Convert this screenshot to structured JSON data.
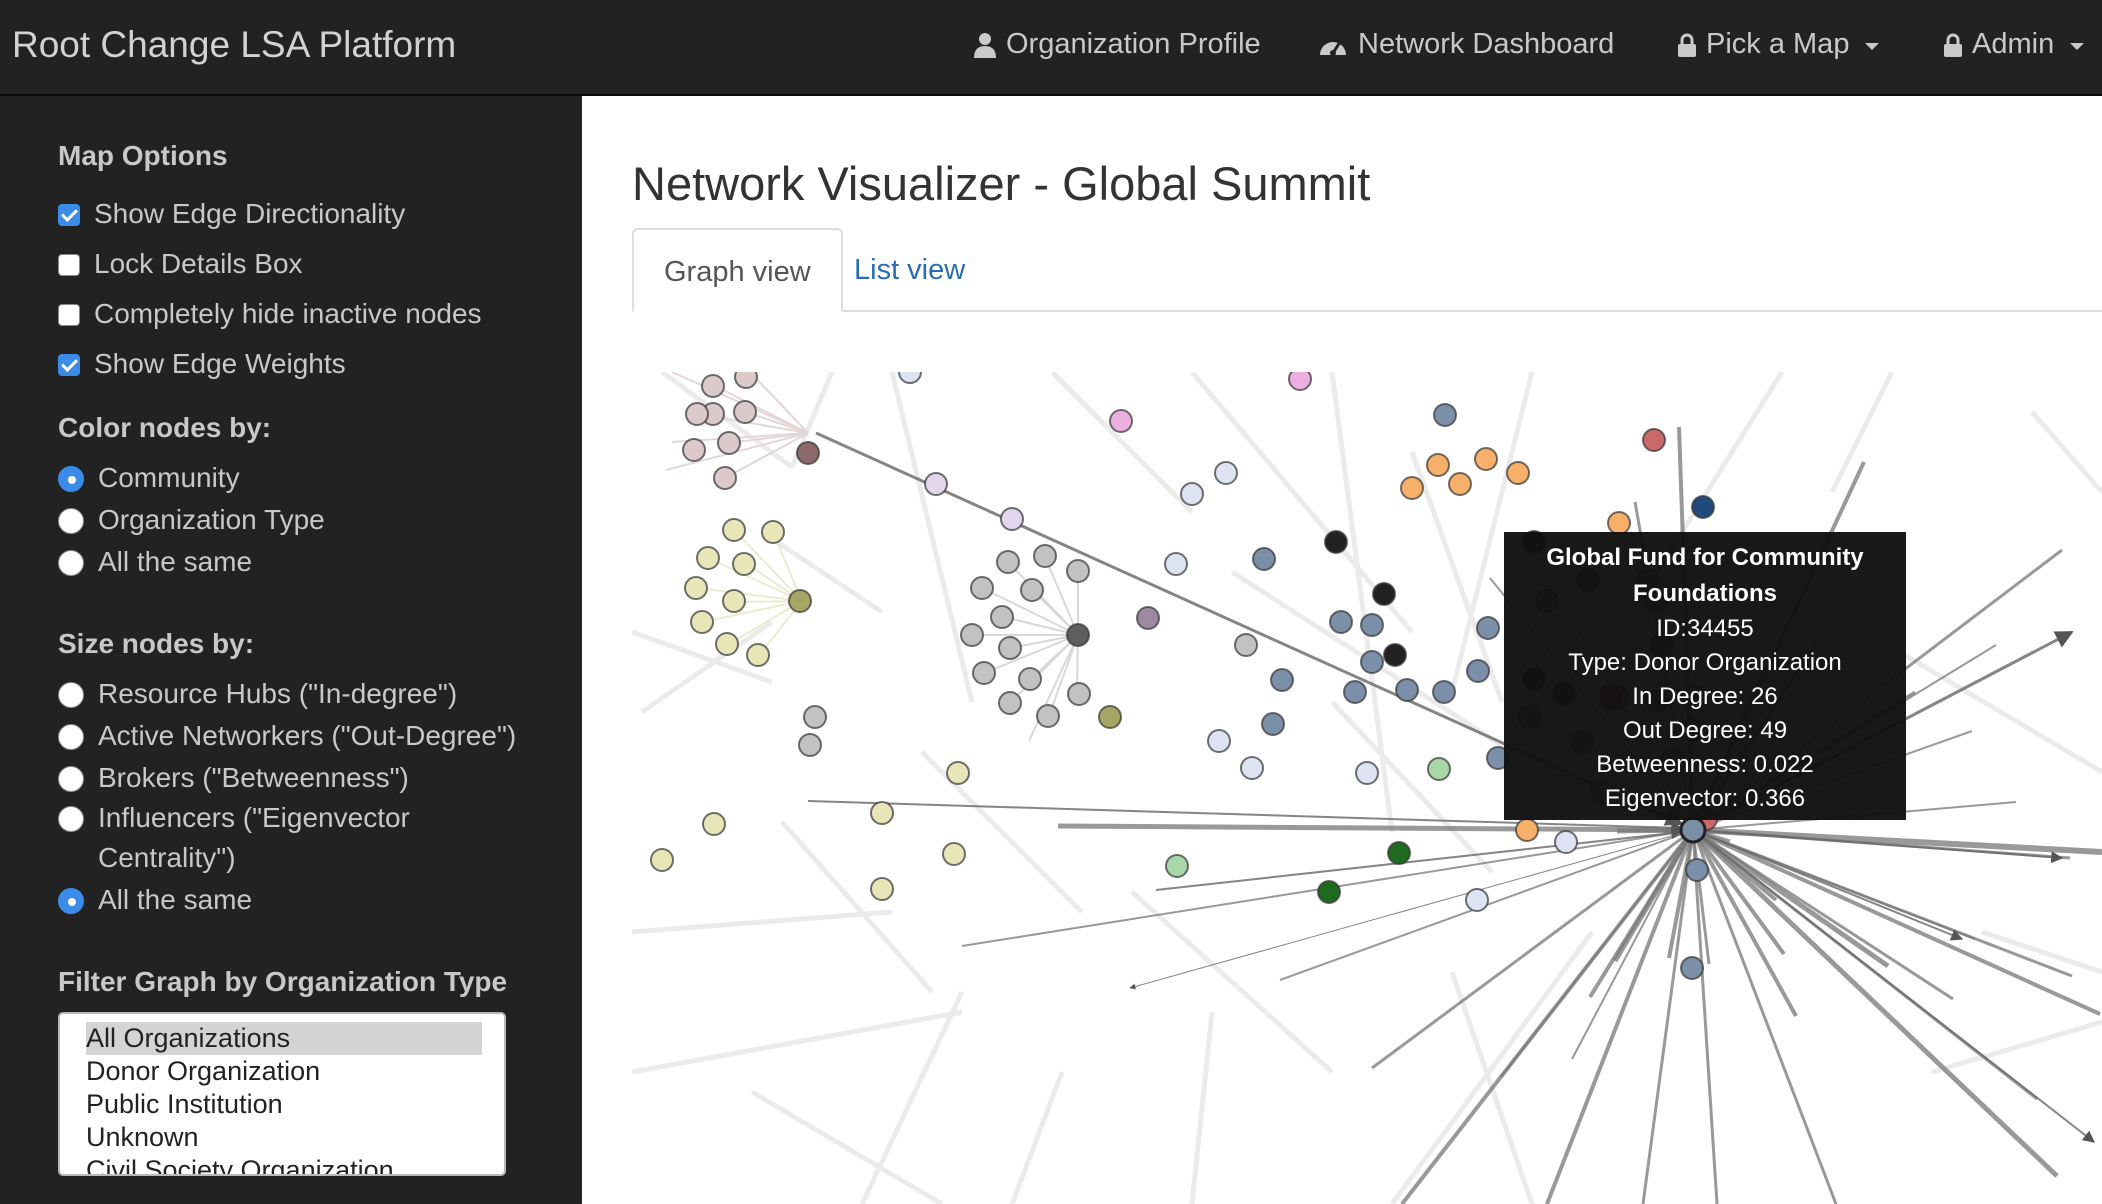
{
  "navbar": {
    "brand": "Root Change LSA Platform",
    "items": [
      {
        "label": "Organization Profile",
        "icon": "user-icon"
      },
      {
        "label": "Network Dashboard",
        "icon": "dashboard-icon"
      },
      {
        "label": "Pick a Map",
        "icon": "lock-icon"
      },
      {
        "label": "Admin",
        "icon": "lock-icon"
      }
    ]
  },
  "sidebar": {
    "map_options_heading": "Map Options",
    "map_options": [
      {
        "label": "Show Edge Directionality",
        "checked": true
      },
      {
        "label": "Lock Details Box",
        "checked": false
      },
      {
        "label": "Completely hide inactive nodes",
        "checked": false
      },
      {
        "label": "Show Edge Weights",
        "checked": true
      }
    ],
    "color_heading": "Color nodes by:",
    "color_options": [
      {
        "label": "Community",
        "selected": true
      },
      {
        "label": "Organization Type",
        "selected": false
      },
      {
        "label": "All the same",
        "selected": false
      }
    ],
    "size_heading": "Size nodes by:",
    "size_options": [
      {
        "label": "Resource Hubs (\"In-degree\")",
        "selected": false
      },
      {
        "label": "Active Networkers (\"Out-Degree\")",
        "selected": false
      },
      {
        "label": "Brokers (\"Betweenness\")",
        "selected": false
      },
      {
        "label": "Influencers (\"Eigenvector",
        "label2": "Centrality\")",
        "selected": false
      },
      {
        "label": "All the same",
        "selected": true
      }
    ],
    "filter_heading": "Filter Graph by Organization Type",
    "filter_options": [
      "All Organizations",
      "Donor Organization",
      "Public Institution",
      "Unknown",
      "Civil Society Organization"
    ]
  },
  "main": {
    "title": "Network Visualizer - Global Summit",
    "tabs": [
      {
        "label": "Graph view",
        "active": true
      },
      {
        "label": "List view",
        "active": false
      }
    ]
  },
  "tooltip": {
    "name": "Global Fund for Community Foundations",
    "id": "ID:34455",
    "type": "Type: Donor Organization",
    "in_degree": "In Degree: 26",
    "out_degree": "Out Degree: 49",
    "betweenness": "Betweenness: 0.022",
    "eigenvector": "Eigenvector: 0.366"
  },
  "colors": {
    "navbar_bg": "#222222",
    "checkbox_active": "#3b8be8",
    "link": "#2a6db5",
    "hub_node": "#7c8fa8",
    "community_beige": "#e8e6b8",
    "community_grey": "#c2c2c2",
    "community_rose": "#dccaca",
    "community_orange": "#f7b06a",
    "community_red": "#c96a6a"
  }
}
